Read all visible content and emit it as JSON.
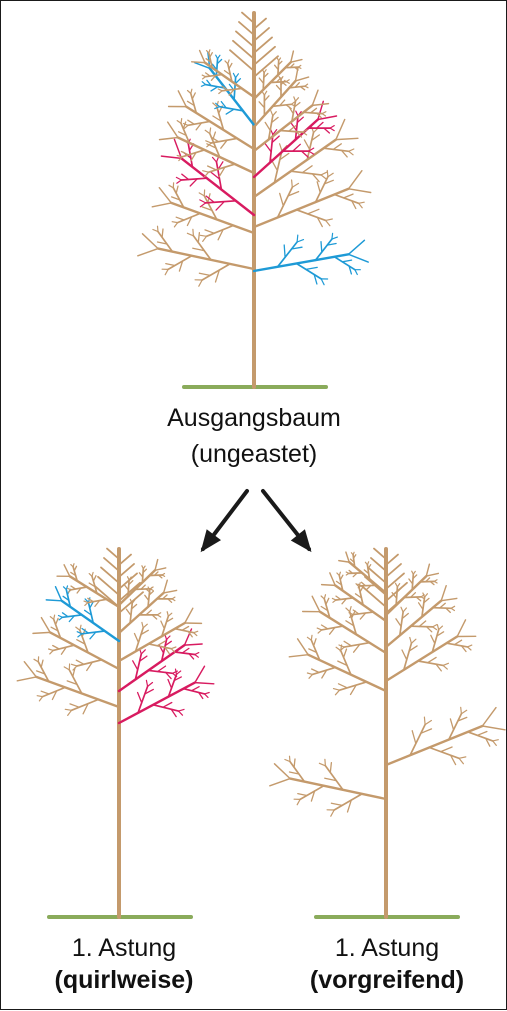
{
  "top_tree": {
    "caption_line1": "Ausgangsbaum",
    "caption_line2": "(ungeastet)"
  },
  "left_tree": {
    "caption_line1": "1. Astung",
    "caption_line2": "(quirlweise)"
  },
  "right_tree": {
    "caption_line1": "1. Astung",
    "caption_line2": "(vorgreifend)"
  },
  "colors": {
    "trunk": "#c49a6c",
    "ground": "#8aab5b",
    "branch": "#c49a6c",
    "pruned_pink": "#d81b60",
    "pruned_blue": "#1e9ad6",
    "arrow": "#1a1a1a",
    "text": "#111111"
  }
}
